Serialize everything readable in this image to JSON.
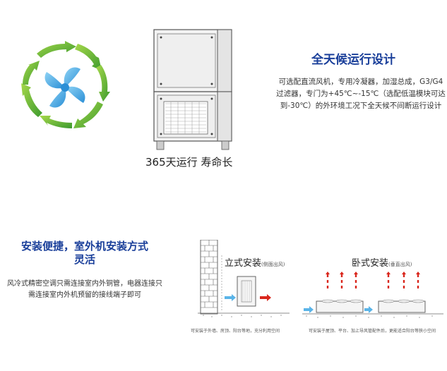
{
  "section1": {
    "title": "全天候运行设计",
    "description_lines": [
      "可选配直流风机，专用冷凝器，加湿总成，G3/G4",
      "过滤器，专门为+45℃~-15℃（选配低温模块可达",
      "到-30℃）的外环境工况下全天候不间断运行设计"
    ],
    "unit_caption": "365天运行 寿命长"
  },
  "section2": {
    "title_line1": "安装便捷，室外机安装方式",
    "title_line2": "灵活",
    "description_lines": [
      "风冷式精密空调只需连接室内外铜管，电器连接只",
      "需连接室内外机预留的接线端子即可"
    ],
    "vertical": {
      "label": "立式安装",
      "sub": "(侧面出风)",
      "caption": "可安装于外墙、房顶、阳台等地，充分利用空间"
    },
    "horizontal": {
      "label": "卧式安装",
      "sub": "(垂直出风)",
      "caption": "可安装于屋顶、平台、加上导风管配件后，更能适合阳台等狭小空间"
    },
    "colors": {
      "heading": "#1a3f9a",
      "arrow_red": "#d9261c",
      "arrow_blue": "#5ab4e8"
    }
  }
}
